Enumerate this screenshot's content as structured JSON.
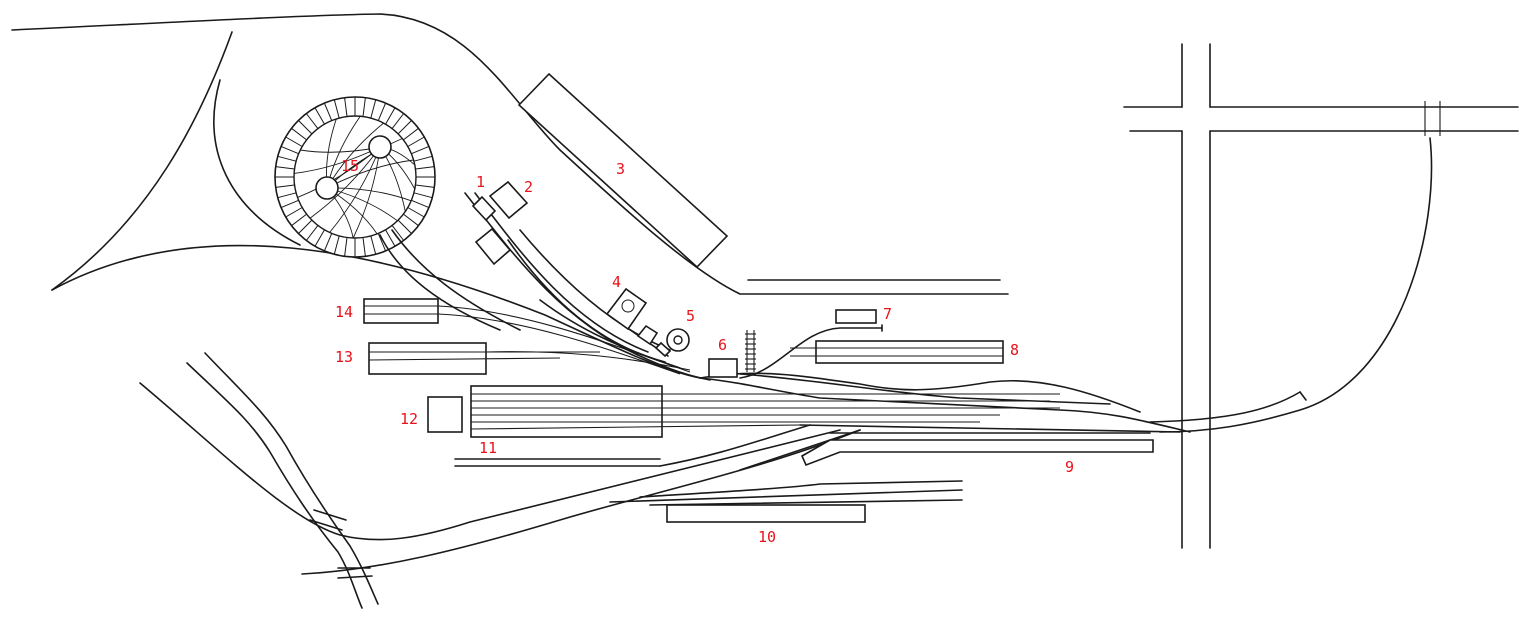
{
  "diagram": {
    "type": "railway-yard-track-plan",
    "label_color": "#e8121b",
    "line_color": "#1a1a1a",
    "background": "#ffffff",
    "labels": {
      "l1": "1",
      "l2": "2",
      "l3": "3",
      "l4": "4",
      "l5": "5",
      "l6": "6",
      "l7": "7",
      "l8": "8",
      "l9": "9",
      "l10": "10",
      "l11": "11",
      "l12": "12",
      "l13": "13",
      "l14": "14",
      "l15": "15"
    }
  }
}
